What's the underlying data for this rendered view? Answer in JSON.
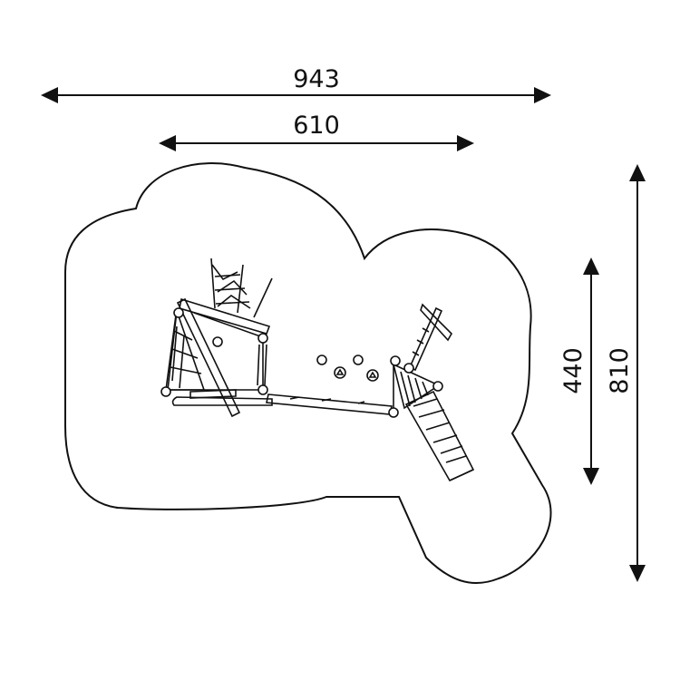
{
  "dimensions": {
    "overall_width": "943",
    "structure_width": "610",
    "structure_depth": "440",
    "overall_depth": "810"
  },
  "colors": {
    "ink": "#111111",
    "background": "#ffffff"
  }
}
